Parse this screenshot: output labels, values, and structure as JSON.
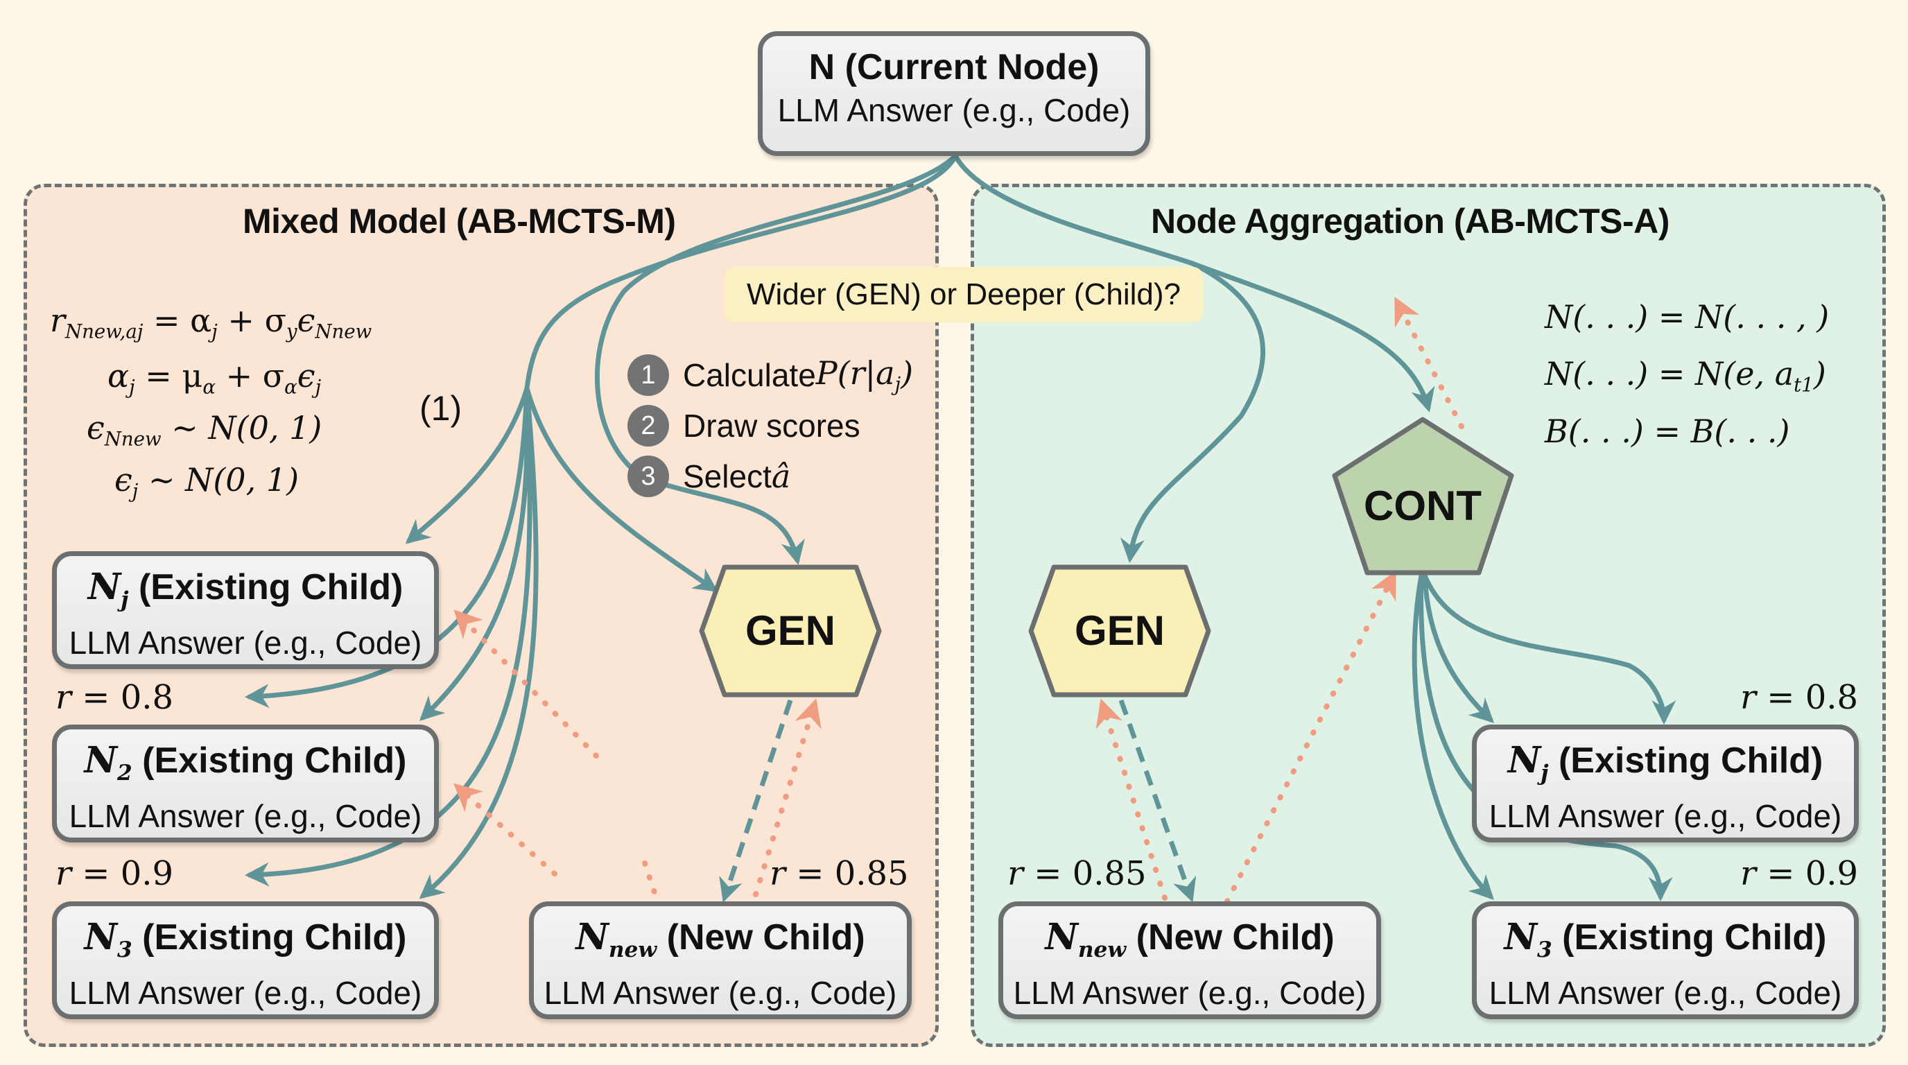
{
  "root": {
    "title": "N (Current Node)",
    "subtitle": "LLM Answer (e.g., Code)"
  },
  "left_panel": {
    "title": "Mixed Model (AB-MCTS-M)",
    "equations": {
      "line1": {
        "lhs": "r",
        "lhs_sub": "Nnew,aj",
        "rhs": "= α",
        "rhs_sub1": "j",
        "mid": " + σ",
        "mid_sub": "y",
        "eps": "ϵ",
        "eps_sub": "Nnew"
      },
      "line2": {
        "a": "α",
        "a_sub": "j",
        "b": " = μ",
        "b_sub": "α",
        "c": " + σ",
        "c_sub": "α",
        "d": "ϵ",
        "d_sub": "j"
      },
      "line3": {
        "a": "ϵ",
        "a_sub": "Nnew",
        "b": " ~ N(0, 1)"
      },
      "line4": {
        "a": "ϵ",
        "a_sub": "j",
        "b": " ~ N(0, 1)"
      },
      "number": "(1)"
    },
    "question": "Wider (GEN) or Deeper (Child)?",
    "steps": [
      {
        "num": "1",
        "text": "Calculate ",
        "math": "P(r|a",
        "math_sub": "j",
        "math_end": ")"
      },
      {
        "num": "2",
        "text": "Draw scores",
        "math": "",
        "math_sub": "",
        "math_end": ""
      },
      {
        "num": "3",
        "text": "Select ",
        "math": "â",
        "math_sub": "",
        "math_end": ""
      }
    ],
    "gen_label": "GEN",
    "nodes": [
      {
        "sym": "N",
        "sub": "j",
        "title": " (Existing Child)",
        "subtitle": "LLM Answer (e.g., Code)",
        "reward": ""
      },
      {
        "sym": "N",
        "sub": "2",
        "title": " (Existing Child)",
        "subtitle": "LLM Answer (e.g., Code)",
        "reward": "0.8"
      },
      {
        "sym": "N",
        "sub": "3",
        "title": " (Existing Child)",
        "subtitle": "LLM Answer (e.g., Code)",
        "reward": "0.9"
      },
      {
        "sym": "N",
        "sub": "new",
        "title": " (New Child)",
        "subtitle": "LLM Answer (e.g., Code)",
        "reward": "0.85"
      }
    ]
  },
  "right_panel": {
    "title": "Node Aggregation (AB-MCTS-A)",
    "equations": [
      {
        "lhs": "N(. . .)",
        "rhs": "= N(. . . , )",
        "rhs_sub": "",
        "rhs_end": ""
      },
      {
        "lhs": "N(. . .)",
        "rhs": "= N(e, a",
        "rhs_sub": "t1",
        "rhs_end": ")"
      },
      {
        "lhs": "B(. . .)",
        "rhs": "= B(. . .)",
        "rhs_sub": "",
        "rhs_end": ""
      }
    ],
    "gen_label": "GEN",
    "cont_label": "CONT",
    "nodes": [
      {
        "sym": "N",
        "sub": "new",
        "title": " (New Child)",
        "subtitle": "LLM Answer (e.g., Code)",
        "reward": "0.85"
      },
      {
        "sym": "N",
        "sub": "j",
        "title": " (Existing Child)",
        "subtitle": "LLM Answer (e.g., Code)",
        "reward": "0.8"
      },
      {
        "sym": "N",
        "sub": "3",
        "title": " (Existing Child)",
        "subtitle": "LLM Answer (e.g., Code)",
        "reward": "0.9"
      }
    ]
  },
  "reward_prefix": "r = ",
  "colors": {
    "edge_teal": "#5f9499",
    "backprop_salmon": "#ef9c80",
    "gen_fill": "#fbefb8",
    "cont_fill": "#bdd3ad",
    "node_border": "#6c6f70",
    "left_panel_bg": "#fbe6d6",
    "right_panel_bg": "#e0f2e6",
    "page_bg": "#fdf7e8"
  }
}
